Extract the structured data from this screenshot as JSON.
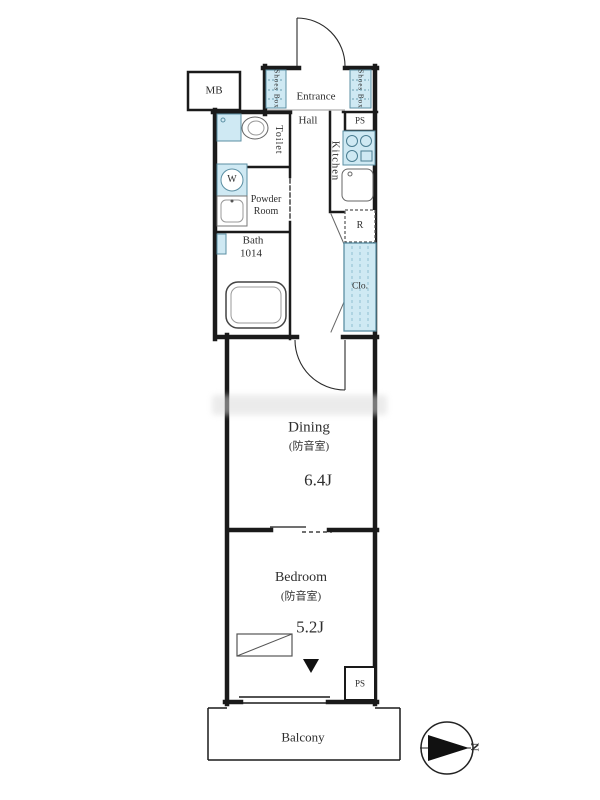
{
  "plan": {
    "mb_label": "MB",
    "shoes_box_left": "Shoes Box",
    "entrance": "Entrance",
    "shoes_box_right": "Shoes Box",
    "hall": "Hall",
    "ps_top": "PS",
    "toilet": "Toilet",
    "kitchen": "Kitchen",
    "washer": "W",
    "powder_room": {
      "line1": "Powder",
      "line2": "Room"
    },
    "bath": {
      "name": "Bath",
      "size": "1014"
    },
    "refrigerator": "R",
    "closet": "Clo.",
    "dining": {
      "name": "Dining",
      "note": "(防音室)",
      "area": "6.4J"
    },
    "bedroom": {
      "name": "Bedroom",
      "note": "(防音室)",
      "area": "5.2J"
    },
    "ps_bottom": "PS",
    "balcony": "Balcony"
  },
  "compass": {
    "north_label": "N"
  },
  "colors": {
    "wall": "#1a1a1a",
    "fixture_fill": "#cfe9f3",
    "fixture_stroke": "#5b8fa3",
    "text": "#2e2e2e",
    "background": "#ffffff"
  }
}
